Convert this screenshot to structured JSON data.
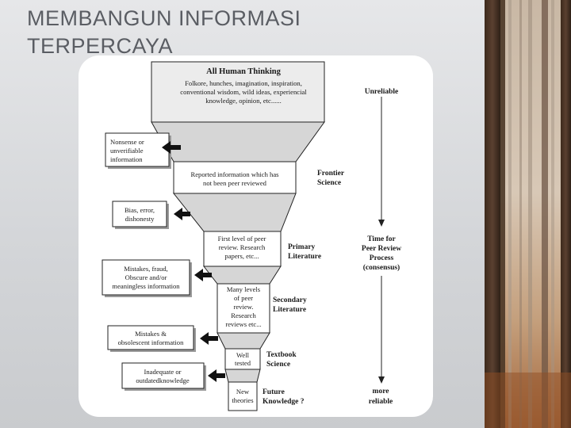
{
  "slide": {
    "title_line1": "MEMBANGUN INFORMASI",
    "title_line2": "TERPERCAYA"
  },
  "diagram": {
    "top_heading": "All Human Thinking",
    "top_lines": [
      "Folkore, hunches, imagination, inspiration,",
      "conventional wisdom, wild ideas, experiencial",
      "knowledge, opinion, etc......"
    ],
    "funnel_boxes": [
      [
        "Reported information which has",
        "not been peer reviewed"
      ],
      [
        "First level of peer",
        "review. Research",
        "papers, etc..."
      ],
      [
        "Many levels",
        "of peer",
        "review.",
        "Research",
        "reviews etc..."
      ],
      [
        "Well",
        "tested"
      ],
      [
        "New",
        "theories"
      ]
    ],
    "stage_labels": [
      [
        "Frontier",
        "Science"
      ],
      [
        "Primary",
        "Literature"
      ],
      [
        "Secondary",
        "Literature"
      ],
      [
        "Textbook",
        "Science"
      ],
      [
        "Future",
        "Knowledge ?"
      ]
    ],
    "filtered_boxes": [
      [
        "Nonsense or",
        "unverifiable",
        "information"
      ],
      [
        "Bias, error,",
        "dishonesty"
      ],
      [
        "Mistakes, fraud,",
        "Obscure and/or",
        "meaningless information"
      ],
      [
        "Mistakes &",
        "obsolescent information"
      ],
      [
        "Inadequate or",
        "outdatedknowledge"
      ]
    ],
    "axis_top": "Unreliable",
    "axis_middle": [
      "Time for",
      "Peer Review",
      "Process",
      "(consensus)"
    ],
    "axis_bottom": [
      "more",
      "reliable"
    ]
  }
}
